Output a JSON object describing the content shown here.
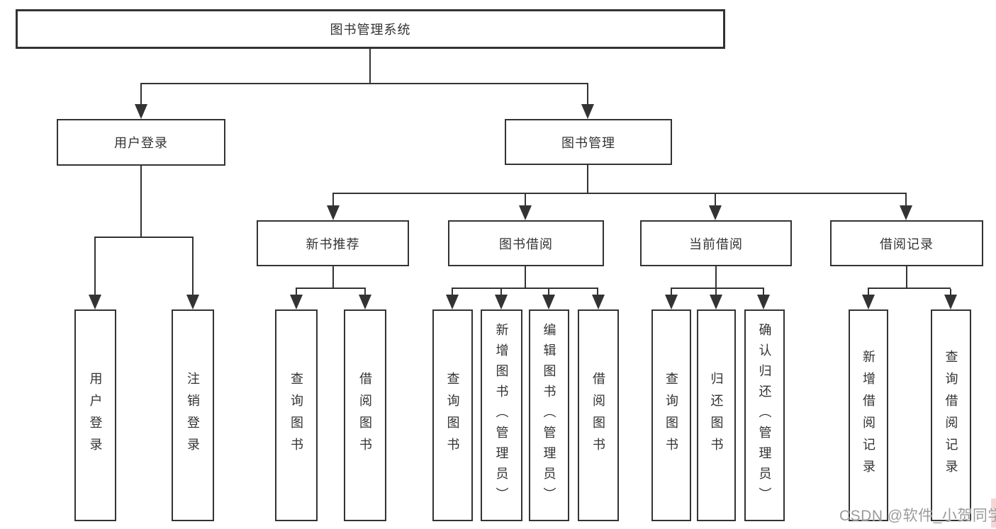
{
  "tree": {
    "label": "图书管理系统",
    "children": [
      {
        "label": "用户登录",
        "children": [
          {
            "label": "用户登录"
          },
          {
            "label": "注销登录"
          }
        ]
      },
      {
        "label": "图书管理",
        "children": [
          {
            "label": "新书推荐",
            "children": [
              {
                "label": "查询图书"
              },
              {
                "label": "借阅图书"
              }
            ]
          },
          {
            "label": "图书借阅",
            "children": [
              {
                "label": "查询图书"
              },
              {
                "label": "新增图书（管理员）"
              },
              {
                "label": "编辑图书（管理员）"
              },
              {
                "label": "借阅图书"
              }
            ]
          },
          {
            "label": "当前借阅",
            "children": [
              {
                "label": "查询图书"
              },
              {
                "label": "归还图书"
              },
              {
                "label": "确认归还（管理员）"
              }
            ]
          },
          {
            "label": "借阅记录",
            "children": [
              {
                "label": "新增借阅记录"
              },
              {
                "label": "查询借阅记录"
              }
            ]
          }
        ]
      }
    ]
  },
  "watermark": {
    "text": "CSDN @软件_小贺同学"
  },
  "colors": {
    "line": "#333333",
    "box_border": "#333333",
    "text": "#333333",
    "background": "#ffffff",
    "watermark_text": "#9b9b9b",
    "watermark_accent": "#f3c6c6"
  }
}
